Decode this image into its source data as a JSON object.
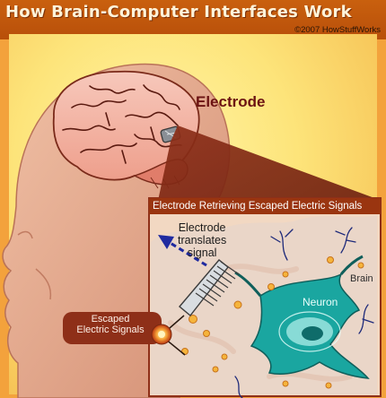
{
  "header": {
    "title": "How Brain-Computer Interfaces Work",
    "copyright": "©2007 HowStuffWorks"
  },
  "labels": {
    "electrode": "Electrode",
    "inset_title": "Electrode Retrieving Escaped Electric Signals",
    "translate_line1": "Electrode",
    "translate_line2": "translates",
    "translate_line3": "signal",
    "brain": "Brain",
    "neuron": "Neuron",
    "escaped_line1": "Escaped",
    "escaped_line2": "Electric Signals"
  },
  "colors": {
    "title_bar": "#c05a0c",
    "panel_background": "#fde47a",
    "outer_border": "#f3a23c",
    "skin": "#e5a78c",
    "brain": "#f2b7a8",
    "neuron": "#1aa6a0",
    "inset_header": "#9a3510",
    "signal_dot": "#f5b43c",
    "arrow": "#1f2aa0"
  },
  "icons": [
    "electrode-icon",
    "signal-arrow-icon",
    "escaped-signal-icon"
  ]
}
